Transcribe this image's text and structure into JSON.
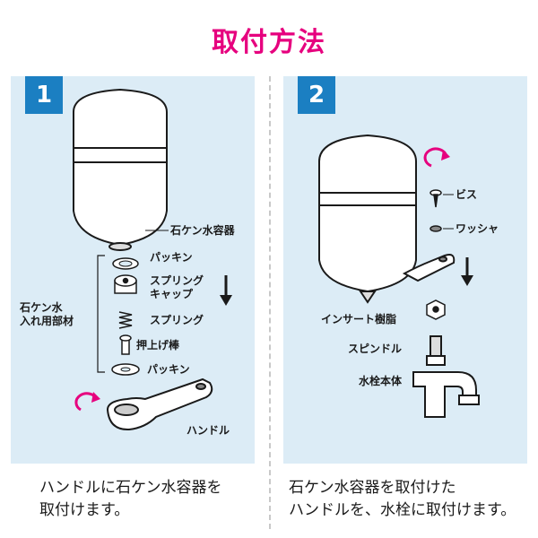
{
  "title": "取付方法",
  "colors": {
    "title": "#e6007e",
    "panel_bg": "#dcecf6",
    "step_badge": "#1b7fc2",
    "rotate_arrow": "#e6007e"
  },
  "steps": [
    {
      "number": "1",
      "labels": {
        "container": "石ケン水容器",
        "packing_top": "パッキン",
        "spring_cap": "スプリング\nキャップ",
        "spring": "スプリング",
        "push_rod": "押上げ棒",
        "packing_bottom": "パッキン",
        "group": "石ケン水\n入れ用部材",
        "handle": "ハンドル"
      },
      "caption": "ハンドルに石ケン水容器を\n取付けます。"
    },
    {
      "number": "2",
      "labels": {
        "screw": "ビス",
        "washer": "ワッシャ",
        "insert": "インサート樹脂",
        "spindle": "スピンドル",
        "faucet": "水栓本体"
      },
      "caption": "石ケン水容器を取付けた\nハンドルを、水栓に取付けます。"
    }
  ]
}
